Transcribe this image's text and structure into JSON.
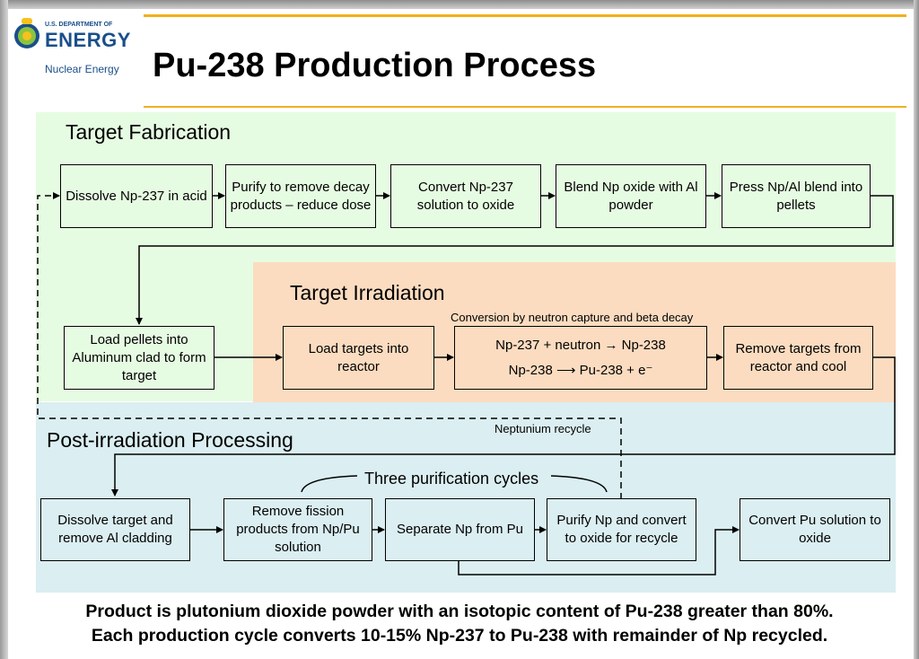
{
  "header": {
    "title": "Pu-238 Production Process",
    "logo": {
      "small_text": "U.S. DEPARTMENT OF",
      "big_text": "ENERGY",
      "sub_text": "Nuclear Energy"
    }
  },
  "sections": {
    "fabrication": {
      "label": "Target Fabrication",
      "steps": [
        "Dissolve Np-237 in acid",
        "Purify to remove decay products – reduce dose",
        "Convert Np-237 solution to oxide",
        "Blend Np oxide with Al powder",
        "Press Np/Al blend into pellets",
        "Load pellets into Aluminum clad to form target"
      ]
    },
    "irradiation": {
      "label": "Target Irradiation",
      "note": "Conversion by neutron capture and beta decay",
      "steps": [
        "Load targets into reactor",
        "Remove targets from reactor and cool"
      ],
      "reaction_1": "Np-237 + neutron → Np-238",
      "reaction_2": "Np-238 ⟶ Pu-238 + e⁻"
    },
    "post": {
      "label": "Post-irradiation Processing",
      "steps": [
        "Dissolve target and remove Al cladding",
        "Remove fission products from Np/Pu solution",
        "Separate Np from Pu",
        "Purify Np and convert to oxide for recycle",
        "Convert Pu solution to oxide"
      ],
      "recycle_label": "Neptunium recycle",
      "cycles_label": "Three purification cycles"
    }
  },
  "footer": {
    "line1": "Product is plutonium dioxide powder with an isotopic content of Pu-238 greater than 80%.",
    "line2": "Each production cycle converts 10-15% Np-237 to Pu-238 with remainder of Np recycled."
  },
  "colors": {
    "fabrication_band": "#e6fce2",
    "irradiation_band": "#fcdcc0",
    "post_band": "#dbeef1",
    "accent_rule": "#f0b020",
    "logo_blue": "#1a4f8a"
  }
}
